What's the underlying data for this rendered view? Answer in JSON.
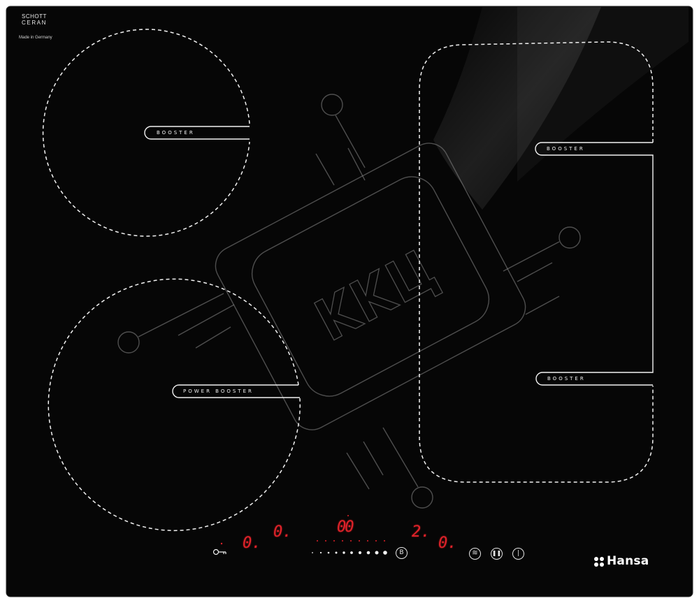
{
  "branding": {
    "glass_line1": "SCHOTT",
    "glass_line2": "CERAN",
    "origin": "Made in Germany",
    "manufacturer": "Hansa",
    "manufacturer_logo_icon": "four-dots-logo-icon"
  },
  "watermark": {
    "text": "KKЦ"
  },
  "zones": {
    "top_left": {
      "label": "BOOSTER"
    },
    "bottom_left": {
      "label": "POWER BOOSTER"
    },
    "right_upper": {
      "label": "BOOSTER"
    },
    "right_lower": {
      "label": "BOOSTER"
    }
  },
  "control_panel": {
    "lock_icon": "key-lock-icon",
    "display_zone_1": "0.",
    "display_zone_2": "0.",
    "timer_display": "00",
    "display_zone_3": "2.",
    "display_zone_4": "0.",
    "booster_button_label": "B",
    "keep_warm_icon": "heat-waves-icon",
    "pause_icon": "pause-icon",
    "power_icon": "power-icon"
  },
  "colors": {
    "glass": "#050505",
    "display_red": "#e0222a",
    "print_white": "#f2f2f2"
  }
}
